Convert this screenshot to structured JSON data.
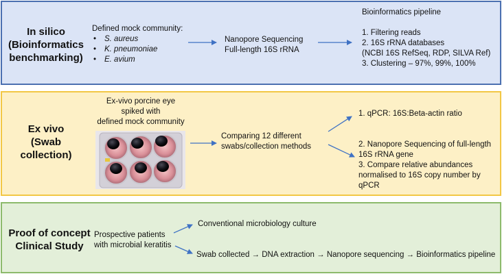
{
  "insilico": {
    "title_line1": "In silico",
    "title_line2": "(Bioinformatics",
    "title_line3": "benchmarking)",
    "mock_heading": "Defined mock community:",
    "organisms": [
      "S. aureus",
      "K. pneumoniae",
      "E. avium"
    ],
    "sequencing_line1": "Nanopore Sequencing",
    "sequencing_line2": "Full-length 16S rRNA",
    "pipeline_heading": "Bioinformatics pipeline",
    "pipeline_steps": [
      "1. Filtering reads",
      "2. 16S rRNA databases",
      "(NCBI 16S RefSeq, RDP, SILVA Ref)",
      "3. Clustering – 97%, 99%, 100%"
    ]
  },
  "exvivo": {
    "title_line1": "Ex vivo",
    "title_line2": "(Swab collection)",
    "eye_line1": "Ex-vivo porcine eye",
    "eye_line2": "spiked with",
    "eye_line3": "defined mock community",
    "compare_line1": "Comparing 12 different",
    "compare_line2": "swabs/collection methods",
    "result1": "1. qPCR: 16S:Beta-actin ratio",
    "result2_lines": [
      "2. Nanopore Sequencing of full-length",
      "16S rRNA gene",
      "3. Compare relative abundances",
      "normalised to 16S copy number by",
      "qPCR"
    ]
  },
  "clinical": {
    "title_line1": "Proof of concept",
    "title_line2": "Clinical Study",
    "patients_line1": "Prospective patients",
    "patients_line2": "with microbial keratitis",
    "culture": "Conventional microbiology culture",
    "workflow": "Swab collected → DNA extraction → Nanopore sequencing → Bioinformatics pipeline"
  },
  "colors": {
    "insilico_fill": "#dbe4f6",
    "insilico_border": "#4a6fb0",
    "exvivo_fill": "#fdf0c6",
    "exvivo_border": "#f2c744",
    "clinical_fill": "#e3efd9",
    "clinical_border": "#8cba6b",
    "arrow": "#3f72c4"
  }
}
